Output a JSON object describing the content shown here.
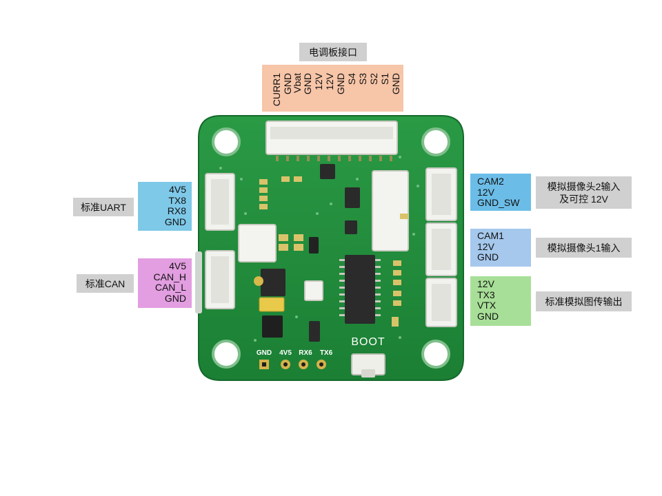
{
  "esc_header": {
    "title": "电调板接口",
    "pins": [
      "GND",
      "S1",
      "S2",
      "S3",
      "S4",
      "GND",
      "12V",
      "12V",
      "GND",
      "Vbat",
      "GND",
      "CURR1"
    ]
  },
  "uart": {
    "title": "标准UART",
    "pins": [
      "4V5",
      "TX8",
      "RX8",
      "GND"
    ]
  },
  "can": {
    "title": "标准CAN",
    "pins": [
      "4V5",
      "CAN_H",
      "CAN_L",
      "GND"
    ]
  },
  "cam2": {
    "pins": [
      "CAM2",
      "12V",
      "GND_SW"
    ],
    "title_line1": "模拟摄像头2输入",
    "title_line2": "及可控 12V"
  },
  "cam1": {
    "pins": [
      "CAM1",
      "12V",
      "GND"
    ],
    "title": "模拟摄像头1输入"
  },
  "vtx": {
    "pins": [
      "12V",
      "TX3",
      "VTX",
      "GND"
    ],
    "title": "标准模拟图传输出"
  },
  "board": {
    "boot_label": "BOOT",
    "bottom_pads": [
      "GND",
      "4V5",
      "RX6",
      "TX6"
    ]
  },
  "colors": {
    "pcb": "#1f8a3a",
    "esc_box": "#f7c5a8",
    "uart_box": "#7ec8e8",
    "can_box": "#e29ee0",
    "cam2_box": "#6bbde8",
    "cam1_box": "#a5c8ec",
    "vtx_box": "#a8df98",
    "tag_gray": "#d0d0d0"
  }
}
